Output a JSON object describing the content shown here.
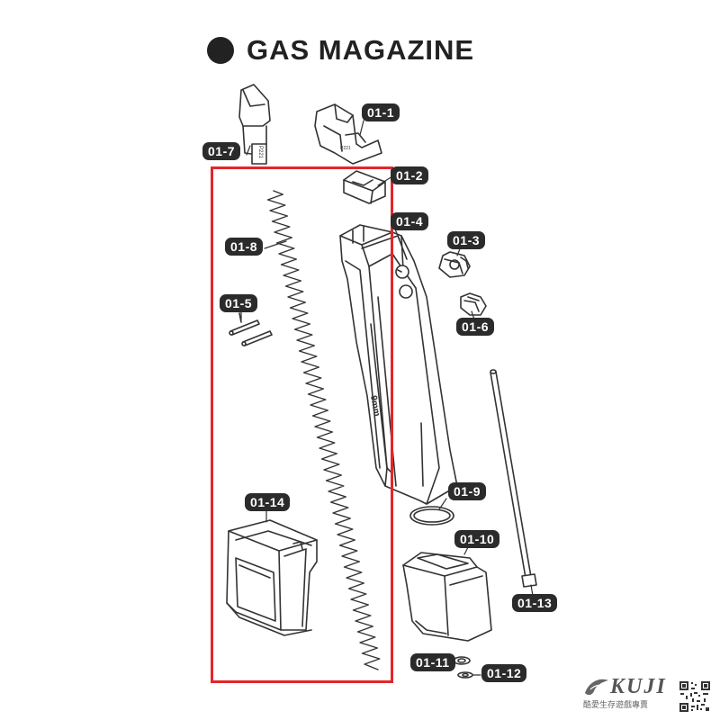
{
  "title": "GAS MAGAZINE",
  "parts": {
    "p01_1": "01-1",
    "p01_2": "01-2",
    "p01_3": "01-3",
    "p01_4": "01-4",
    "p01_5": "01-5",
    "p01_6": "01-6",
    "p01_7": "01-7",
    "p01_8": "01-8",
    "p01_9": "01-9",
    "p01_10": "01-10",
    "p01_11": "01-11",
    "p01_12": "01-12",
    "p01_13": "01-13",
    "p01_14": "01-14"
  },
  "engravings": {
    "magazine_body": "9mm",
    "lip": "P221"
  },
  "brand": {
    "logo": "KUJI",
    "caption": "酷愛生存遊戲專賣"
  },
  "colors": {
    "line": "#333333",
    "tag": "#2b2b2b",
    "highlight": "#e3262b"
  }
}
